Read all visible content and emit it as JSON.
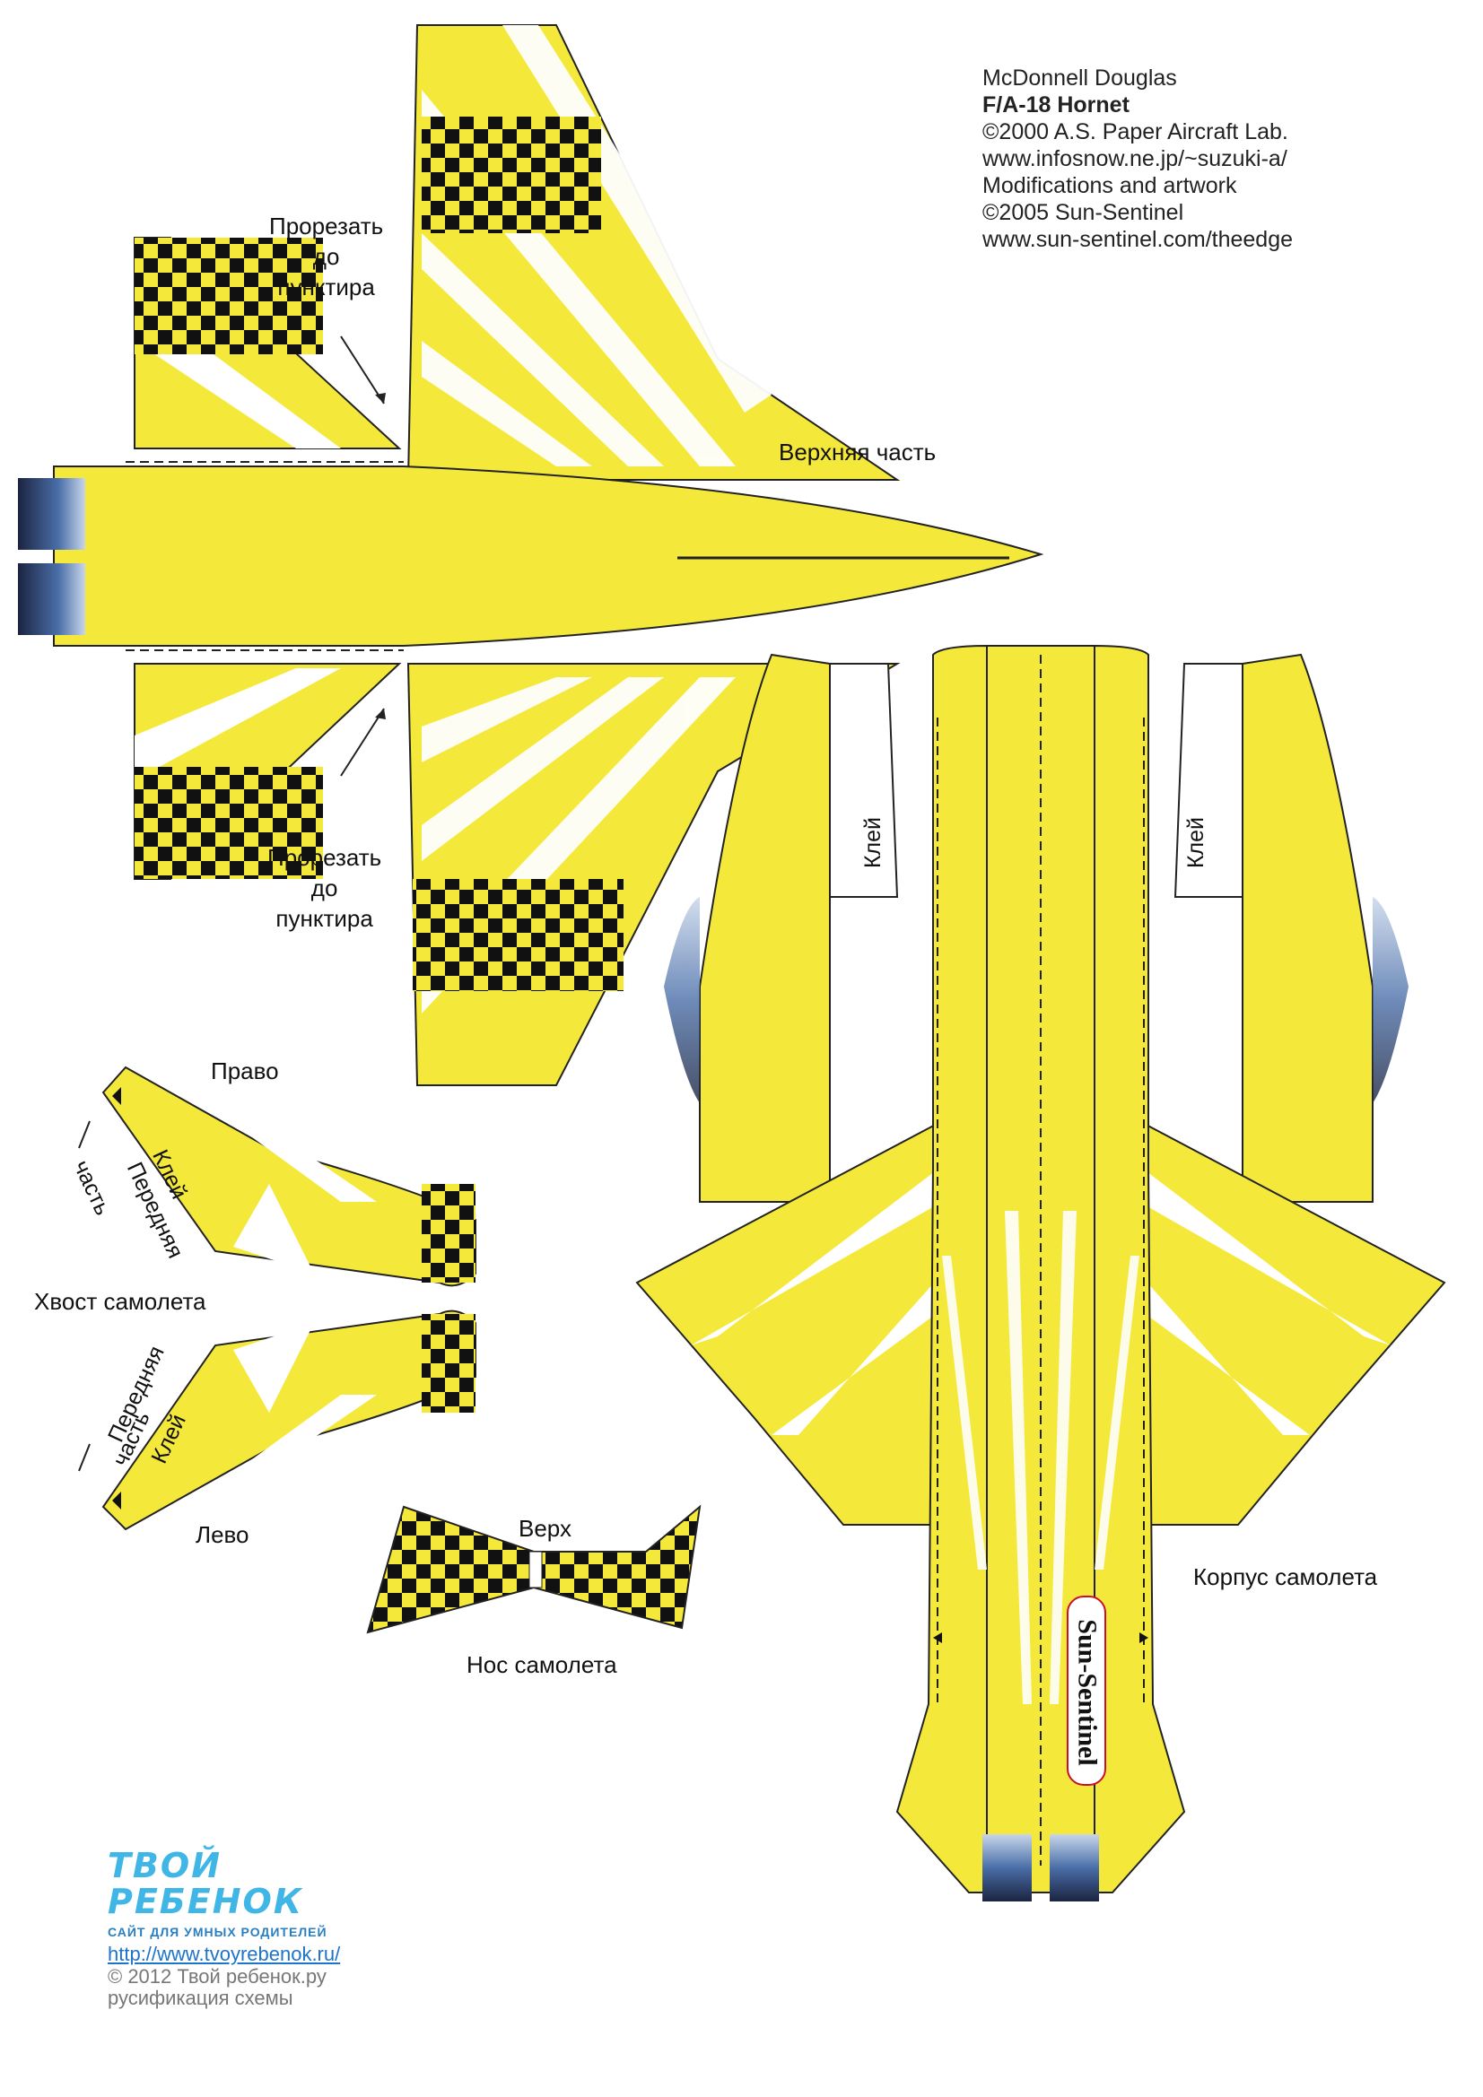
{
  "credits": {
    "line1": "McDonnell Douglas",
    "line2": "F/A-18 Hornet",
    "line3": "©2000 A.S. Paper Aircraft Lab.",
    "line4": "www.infosnow.ne.jp/~suzuki-a/",
    "line5": "Modifications and artwork",
    "line6": "©2005 Sun-Sentinel",
    "line7": "www.sun-sentinel.com/theedge"
  },
  "labels": {
    "cut_top_1": "Прорезать",
    "cut_top_2": "до",
    "cut_top_3": "пунктира",
    "cut_bottom_1": "Прорезать",
    "cut_bottom_2": "до",
    "cut_bottom_3": "пунктира",
    "top_part": "Верхняя часть",
    "right": "Право",
    "tail": "Хвост самолета",
    "left": "Лево",
    "top": "Верх",
    "nose": "Нос самолета",
    "fuselage": "Корпус самолета",
    "glue": "Клей",
    "front_1": "Передняя",
    "front_2": "часть",
    "sunsentinel": "Sun-Sentinel"
  },
  "logo": {
    "brand_1": "ТВОЙ",
    "brand_2": "РЕБЕНОК",
    "tagline": "САЙТ ДЛЯ УМНЫХ РОДИТЕЛЕЙ",
    "url": "http://www.tvoyrebenok.ru/",
    "copyright": "© 2012 Твой ребенок.ру",
    "russification": "русификация схемы"
  },
  "colors": {
    "yellow": "#f4e93a",
    "black": "#111111",
    "engine": "#2a3a5c"
  }
}
